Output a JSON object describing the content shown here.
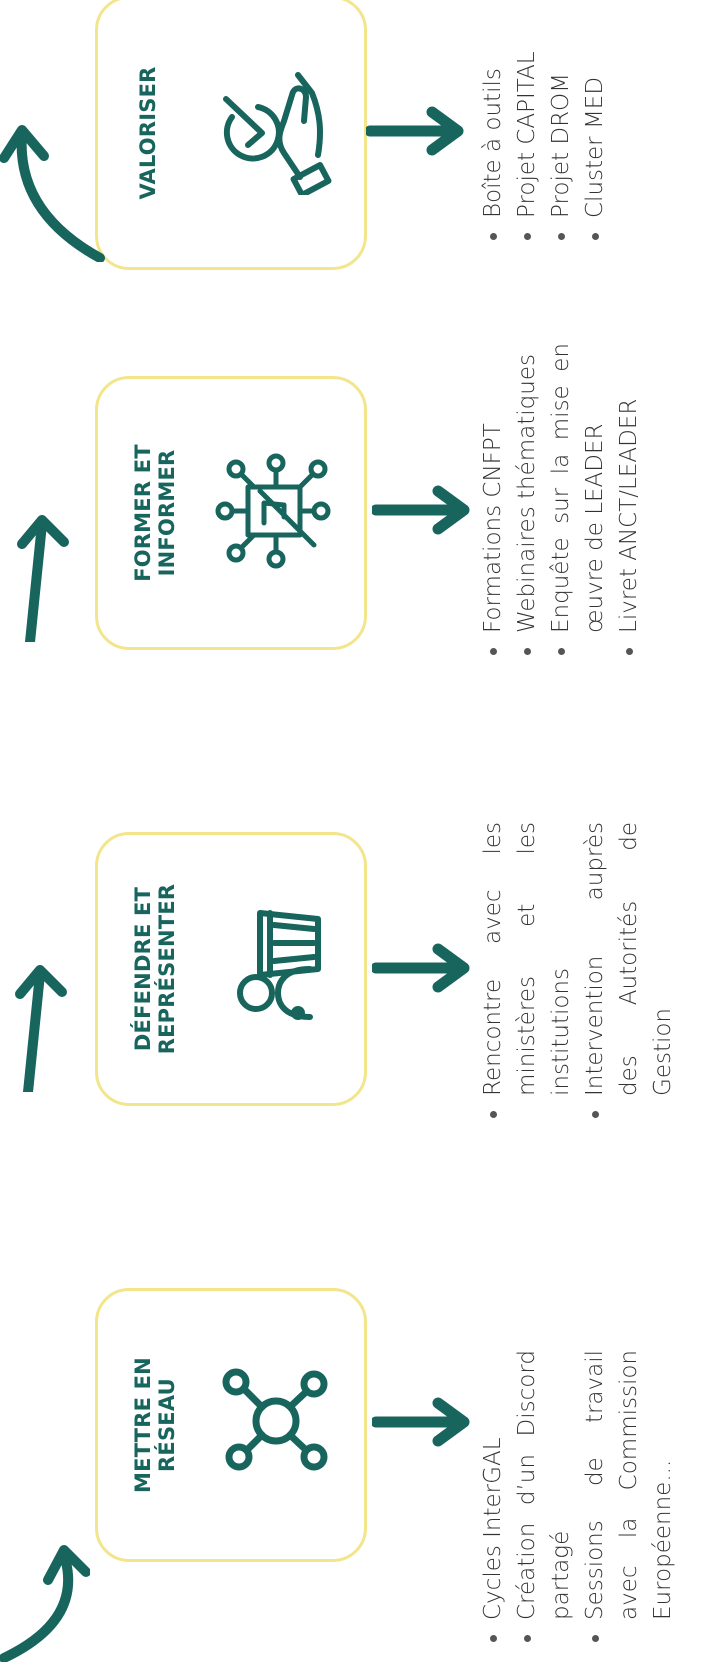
{
  "colors": {
    "accent": "#17655d",
    "card_border": "#f3e58c",
    "text": "#333333"
  },
  "steps": [
    {
      "title": "METTRE EN\nRÉSEAU",
      "icon": "network-icon",
      "items": [
        "Cycles InterGAL",
        "Création d’un Discord partagé",
        "Sessions de travail avec la Commission Européenne..."
      ]
    },
    {
      "title": "DÉFENDRE ET\nREPRÉSENTER",
      "icon": "speaker-podium-icon",
      "items": [
        "Rencontre avec les ministères et les institutions",
        "Intervention auprès des Autorités de Gestion"
      ]
    },
    {
      "title": "FORMER ET\nINFORMER",
      "icon": "teacher-network-icon",
      "items": [
        "Formations CNFPT",
        "Webinaires thématiques",
        "Enquête sur la mise en œuvre de LEADER",
        "Livret ANCT/LEADER"
      ]
    },
    {
      "title": "VALORISER",
      "icon": "hand-check-icon",
      "items": [
        "Boîte à outils",
        "Projet CAPITAL",
        "Projet DROM",
        "Cluster MED"
      ]
    }
  ]
}
